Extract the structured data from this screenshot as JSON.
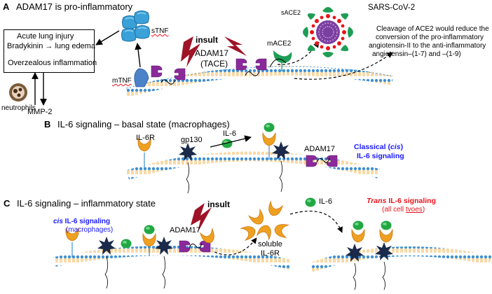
{
  "panel_a": {
    "letter": "A",
    "title": "ADAM17 is pro-inflammatory",
    "box_line1": "Acute lung injury",
    "box_line2": "Bradykinin → lung edema",
    "box_line3": "Overzealous inflammation",
    "neutrophils": "neutrophils",
    "mmp2": "MMP-2",
    "stnf": "sTNF",
    "mtnf": "mTNF",
    "insult": "insult",
    "adam17": "ADAM17",
    "tace": "(TACE)",
    "mace2": "mACE2",
    "sace2": "sACE2",
    "virus": "SARS-CoV-2",
    "note_line1": "Cleavage of ACE2 would reduce the",
    "note_line2": "conversion of the pro-inflammatory",
    "note_line3": "angiotensin-II to the anti-inflammatory",
    "note_line4": "angiotensin–(1-7) and –(1-9)"
  },
  "panel_b": {
    "letter": "B",
    "title": "IL-6 signaling – basal state (macrophages)",
    "il6r": "IL-6R",
    "gp130": "gp130",
    "il6": "IL-6",
    "adam17": "ADAM17",
    "classical_1": "Classical (",
    "classical_cis": "cis",
    "classical_2": ")",
    "classical_line2": "IL-6 signaling"
  },
  "panel_c": {
    "letter": "C",
    "title": "IL-6 signaling – inflammatory state",
    "cis_word": "cis",
    "cis_rest": " IL-6 signaling",
    "cis_line2": "(macrophages)",
    "insult": "insult",
    "adam17": "ADAM17",
    "soluble": "soluble",
    "soluble_il6r": "IL-6R",
    "il6": "IL-6",
    "trans_word": "Trans",
    "trans_rest": " IL-6 signaling",
    "trans_line2_a": "(all cell ",
    "trans_line2_b": "tvoes",
    "trans_line2_c": ")"
  },
  "colors": {
    "blue_text": "#1a1aff",
    "red_text": "#e8141c",
    "ace2_green": "#1e9d55",
    "il6_green": "#22a843",
    "tnf_blue": "#3aa0d8",
    "il6r_orange": "#f0a020",
    "gp130_navy": "#1b2a4a",
    "adam17_purple": "#8b2a9b",
    "bolt_red": "#9e1426",
    "virus_purple": "#7b3fa0"
  }
}
